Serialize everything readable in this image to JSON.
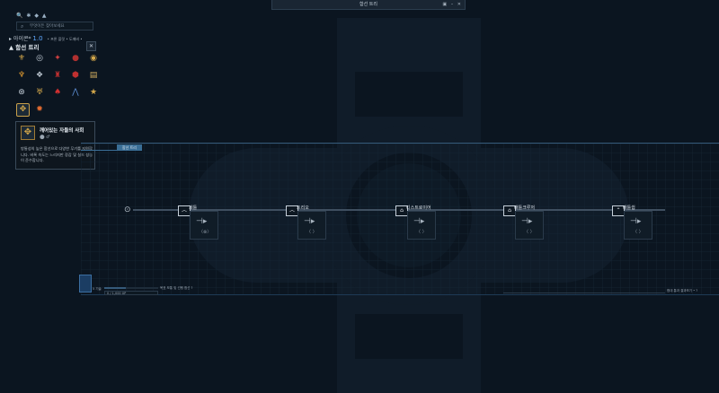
{
  "window": {
    "title": "함선 트리",
    "controls": [
      "▣",
      "–",
      "✕"
    ]
  },
  "search": {
    "placeholder": "무엇이든 찾아보세요"
  },
  "rank": {
    "name": "아이콘*",
    "level": "1.0",
    "sub": "• 프론 플릿 • 도깨비 •"
  },
  "tree_title": "함선 트리",
  "close_label": "✕",
  "tooltip": {
    "title": "깨어있는 자들의 사회",
    "badges": "⬤  ♂",
    "description": "방통성의 높은 함선으로 다양한 무기를 지원합니다. 비록 속도는 느리지만 장갑 및 실드 성능이 준수합니다."
  },
  "tree_tab": "함선 트리",
  "nodes": [
    {
      "label": "세틀",
      "arrow": "︿",
      "brk": "〈⊗〉"
    },
    {
      "label": "트리오",
      "arrow": "︿",
      "brk": "〈 〉"
    },
    {
      "label": "디스트로이어",
      "arrow": "⌂",
      "brk": "〈 〉"
    },
    {
      "label": "배틀크루저",
      "arrow": "⌂",
      "brk": "〈 〉"
    },
    {
      "label": "배틀쉽",
      "arrow": "⌃",
      "brk": "〈 〉"
    }
  ],
  "bottom": {
    "xp_label": "5 기술",
    "xp_value": "0 / 1,000 XP",
    "convert": "목표\n보통 및 선행 함선 ?",
    "right": "함대 통과 결과보기 • ?"
  }
}
